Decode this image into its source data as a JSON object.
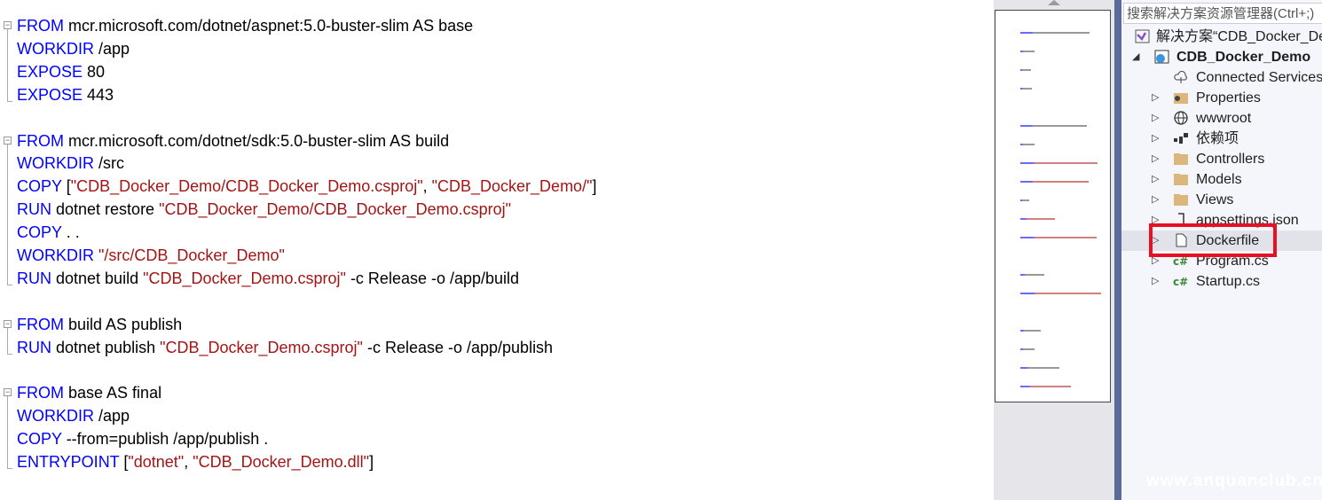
{
  "editor": {
    "lines": [
      {
        "fold": true,
        "tokens": [
          [
            "kw",
            "FROM"
          ],
          [
            "t",
            " mcr.microsoft.com/dotnet/aspnet:5.0-buster-slim AS base"
          ]
        ]
      },
      {
        "tokens": [
          [
            "kw",
            "WORKDIR"
          ],
          [
            "t",
            " /app"
          ]
        ]
      },
      {
        "tokens": [
          [
            "kw",
            "EXPOSE"
          ],
          [
            "t",
            " 80"
          ]
        ]
      },
      {
        "tokens": [
          [
            "kw",
            "EXPOSE"
          ],
          [
            "t",
            " 443"
          ]
        ]
      },
      {
        "tokens": []
      },
      {
        "fold": true,
        "tokens": [
          [
            "kw",
            "FROM"
          ],
          [
            "t",
            " mcr.microsoft.com/dotnet/sdk:5.0-buster-slim AS build"
          ]
        ]
      },
      {
        "tokens": [
          [
            "kw",
            "WORKDIR"
          ],
          [
            "t",
            " /src"
          ]
        ]
      },
      {
        "tokens": [
          [
            "kw",
            "COPY"
          ],
          [
            "t",
            " ["
          ],
          [
            "str",
            "\"CDB_Docker_Demo/CDB_Docker_Demo.csproj\""
          ],
          [
            "t",
            ", "
          ],
          [
            "str",
            "\"CDB_Docker_Demo/\""
          ],
          [
            "t",
            "]"
          ]
        ]
      },
      {
        "tokens": [
          [
            "kw",
            "RUN"
          ],
          [
            "t",
            " dotnet restore "
          ],
          [
            "str",
            "\"CDB_Docker_Demo/CDB_Docker_Demo.csproj\""
          ]
        ]
      },
      {
        "tokens": [
          [
            "kw",
            "COPY"
          ],
          [
            "t",
            " . ."
          ]
        ]
      },
      {
        "tokens": [
          [
            "kw",
            "WORKDIR"
          ],
          [
            "t",
            " "
          ],
          [
            "str",
            "\"/src/CDB_Docker_Demo\""
          ]
        ]
      },
      {
        "tokens": [
          [
            "kw",
            "RUN"
          ],
          [
            "t",
            " dotnet build "
          ],
          [
            "str",
            "\"CDB_Docker_Demo.csproj\""
          ],
          [
            "t",
            " -c Release -o /app/build"
          ]
        ]
      },
      {
        "tokens": []
      },
      {
        "fold": true,
        "tokens": [
          [
            "kw",
            "FROM"
          ],
          [
            "t",
            " build AS publish"
          ]
        ]
      },
      {
        "tokens": [
          [
            "kw",
            "RUN"
          ],
          [
            "t",
            " dotnet publish "
          ],
          [
            "str",
            "\"CDB_Docker_Demo.csproj\""
          ],
          [
            "t",
            " -c Release -o /app/publish"
          ]
        ]
      },
      {
        "tokens": []
      },
      {
        "fold": true,
        "tokens": [
          [
            "kw",
            "FROM"
          ],
          [
            "t",
            " base AS final"
          ]
        ]
      },
      {
        "tokens": [
          [
            "kw",
            "WORKDIR"
          ],
          [
            "t",
            " /app"
          ]
        ]
      },
      {
        "tokens": [
          [
            "kw",
            "COPY"
          ],
          [
            "t",
            " --from=publish /app/publish ."
          ]
        ]
      },
      {
        "tokens": [
          [
            "kw",
            "ENTRYPOINT"
          ],
          [
            "t",
            " ["
          ],
          [
            "str",
            "\"dotnet\""
          ],
          [
            "t",
            ", "
          ],
          [
            "str",
            "\"CDB_Docker_Demo.dll\""
          ],
          [
            "t",
            "]"
          ]
        ]
      }
    ],
    "colors": {
      "keyword": "#0000ff",
      "string": "#a31515"
    }
  },
  "solution_explorer": {
    "search_placeholder": "搜索解决方案资源管理器(Ctrl+;)",
    "items": [
      {
        "label": "解决方案“CDB_Docker_Demo",
        "icon": "vs-solution-icon",
        "depth": 0,
        "arrow": ""
      },
      {
        "label": "CDB_Docker_Demo",
        "icon": "web-project-icon",
        "depth": 1,
        "arrow": "expanded",
        "bold": true
      },
      {
        "label": "Connected Services",
        "icon": "cloud-icon",
        "depth": 2,
        "arrow": ""
      },
      {
        "label": "Properties",
        "icon": "properties-folder-icon",
        "depth": 2,
        "arrow": "collapsed"
      },
      {
        "label": "wwwroot",
        "icon": "globe-icon",
        "depth": 2,
        "arrow": "collapsed"
      },
      {
        "label": "依赖项",
        "icon": "dependencies-icon",
        "depth": 2,
        "arrow": "collapsed"
      },
      {
        "label": "Controllers",
        "icon": "folder-icon",
        "depth": 2,
        "arrow": "collapsed"
      },
      {
        "label": "Models",
        "icon": "folder-icon",
        "depth": 2,
        "arrow": "collapsed"
      },
      {
        "label": "Views",
        "icon": "folder-icon",
        "depth": 2,
        "arrow": "collapsed"
      },
      {
        "label": "appsettings.json",
        "icon": "json-file-icon",
        "depth": 2,
        "arrow": "collapsed"
      },
      {
        "label": "Dockerfile",
        "icon": "file-icon",
        "depth": 2,
        "arrow": "collapsed",
        "selected": true
      },
      {
        "label": "Program.cs",
        "icon": "csharp-file-icon",
        "depth": 2,
        "arrow": "collapsed"
      },
      {
        "label": "Startup.cs",
        "icon": "csharp-file-icon",
        "depth": 2,
        "arrow": "collapsed"
      }
    ],
    "highlight_color": "#e81123"
  },
  "watermark": "www.anquanclub.cn"
}
